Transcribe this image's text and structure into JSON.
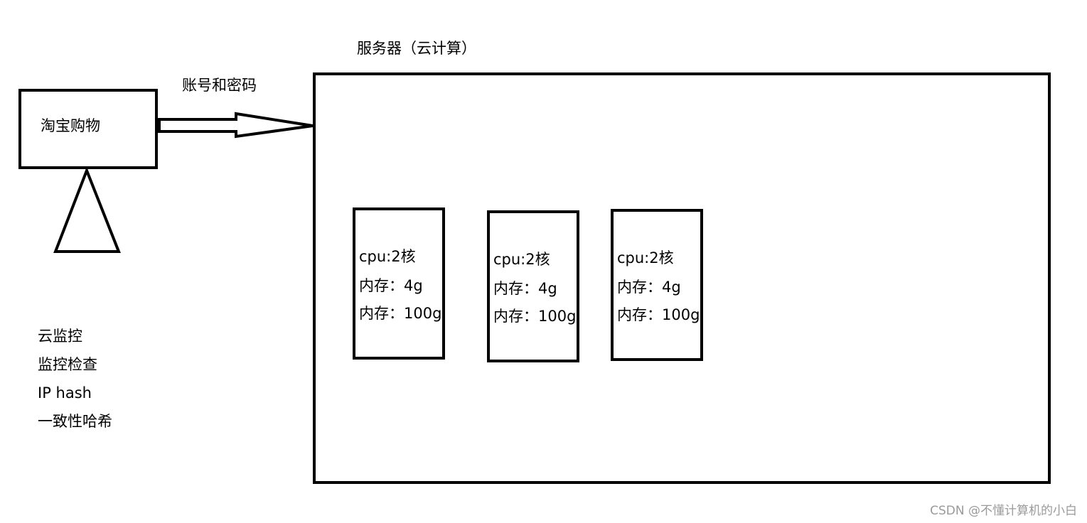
{
  "server": {
    "title": "服务器（云计算）"
  },
  "client": {
    "label": "淘宝购物"
  },
  "arrow": {
    "label": "账号和密码"
  },
  "instances": [
    {
      "cpu": "cpu:2核",
      "memory": "内存：4g",
      "disk": "内存：100g"
    },
    {
      "cpu": "cpu:2核",
      "memory": "内存：4g",
      "disk": "内存：100g"
    },
    {
      "cpu": "cpu:2核",
      "memory": "内存：4g",
      "disk": "内存：100g"
    }
  ],
  "notes": [
    "云监控",
    "监控检查",
    "IP hash",
    "一致性哈希"
  ],
  "watermark": "CSDN @不懂计算机的小白"
}
